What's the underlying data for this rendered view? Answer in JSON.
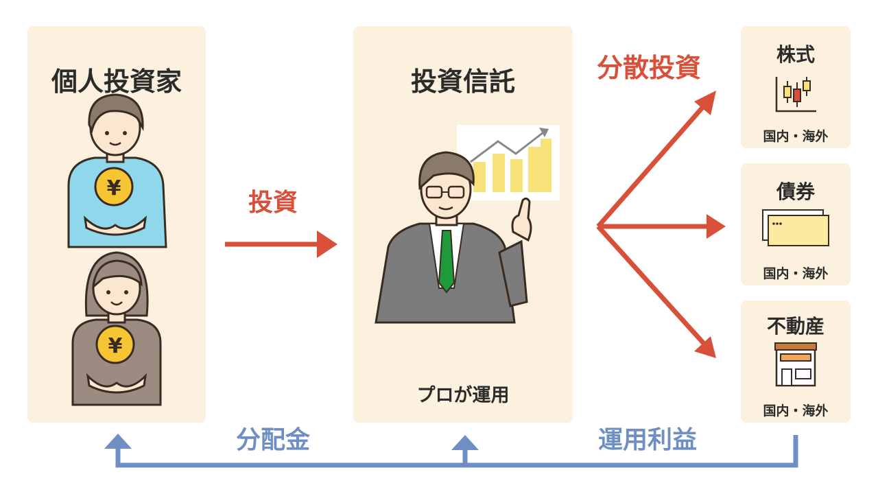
{
  "investor": {
    "title": "個人投資家"
  },
  "fund": {
    "title": "投資信託",
    "caption": "プロが運用"
  },
  "labels": {
    "invest": "投資",
    "diversify": "分散投資",
    "dividend": "分配金",
    "profit": "運用利益"
  },
  "assets": [
    {
      "title": "株式",
      "sub": "国内・海外",
      "icon": "candlestick-chart-icon"
    },
    {
      "title": "債券",
      "sub": "国内・海外",
      "icon": "bond-certificate-icon"
    },
    {
      "title": "不動産",
      "sub": "国内・海外",
      "icon": "building-icon"
    }
  ],
  "coin_symbol": "¥",
  "colors": {
    "panel": "#fbf1de",
    "flow_red": "#d9503a",
    "flow_blue": "#6f8fc4",
    "tie_green": "#1f9a3a"
  }
}
